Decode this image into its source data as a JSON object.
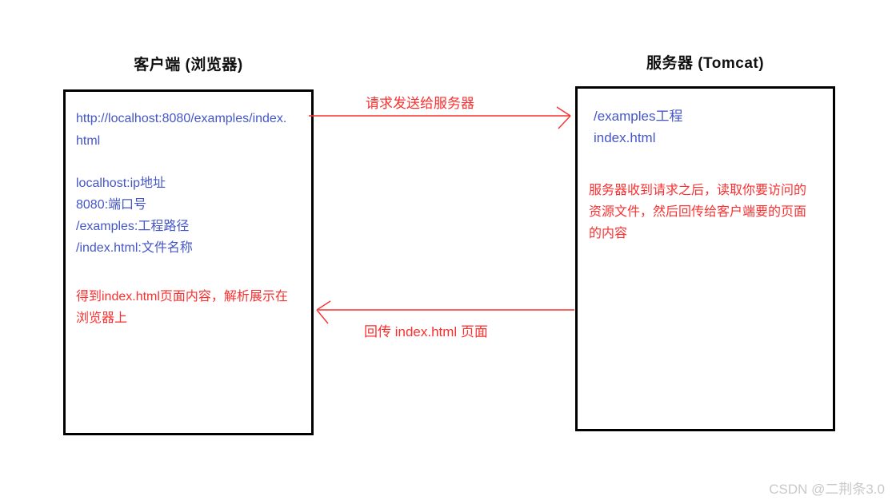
{
  "client": {
    "title": "客户端 (浏览器)",
    "url": "http://localhost:8080/examples/index.html",
    "url_notes": [
      "localhost:ip地址",
      "8080:端口号",
      "/examples:工程路径",
      "/index.html:文件名称"
    ],
    "result_note": "得到index.html页面内容，解析展示在浏览器上"
  },
  "server": {
    "title": "服务器 (Tomcat)",
    "resources": [
      "/examples工程",
      "index.html"
    ],
    "process_note": "服务器收到请求之后，读取你要访问的资源文件，然后回传给客户端要的页面的内容"
  },
  "arrows": {
    "request_label": "请求发送给服务器",
    "response_label": "回传 index.html 页面"
  },
  "watermark": "CSDN @二荆条3.0",
  "colors": {
    "text_blue": "#4456c8",
    "arrow_red": "#fa3030",
    "box_border": "#000000",
    "watermark_gray": "#c9c9c9"
  }
}
